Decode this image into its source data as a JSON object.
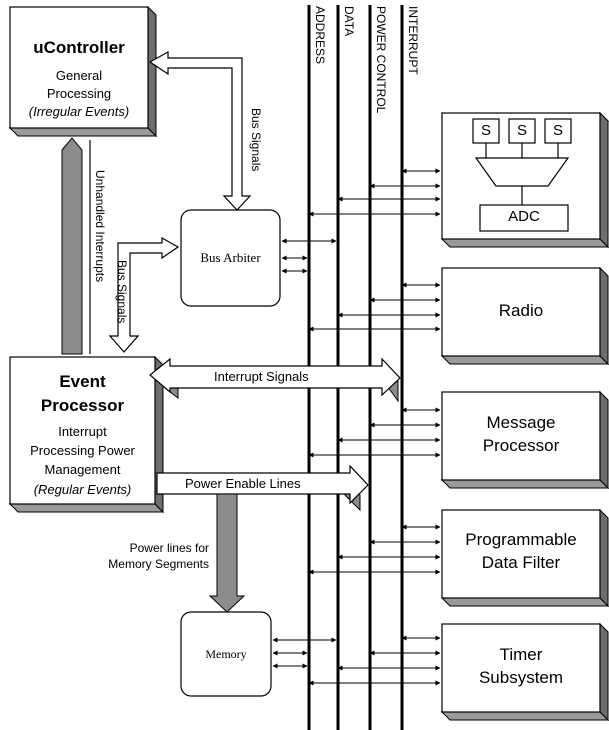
{
  "ucontroller": {
    "title": "uController",
    "line1": "General",
    "line2": "Processing",
    "line3": "(Irregular Events)"
  },
  "event_processor": {
    "title1": "Event",
    "title2": "Processor",
    "line1": "Interrupt",
    "line2": "Processing Power",
    "line3": "Management",
    "line4": "(Regular Events)"
  },
  "bus_arbiter": "Bus Arbiter",
  "memory": "Memory",
  "buses": {
    "address": "ADDRESS",
    "data": "DATA",
    "power_control": "POWER CONTROL",
    "interrupt": "INTERRUPT"
  },
  "labels": {
    "bus_signals_top": "Bus Signals",
    "bus_signals_mid": "Bus Signals",
    "unhandled_interrupts": "Unhandled Interrupts",
    "interrupt_signals": "Interrupt Signals",
    "power_enable_lines": "Power Enable Lines",
    "power_lines_1": "Power lines for",
    "power_lines_2": "Memory Segments"
  },
  "adc": {
    "sensor": "S",
    "label": "ADC"
  },
  "peripherals": {
    "radio": "Radio",
    "message_processor_1": "Message",
    "message_processor_2": "Processor",
    "data_filter_1": "Programmable",
    "data_filter_2": "Data Filter",
    "timer_1": "Timer",
    "timer_2": "Subsystem"
  }
}
